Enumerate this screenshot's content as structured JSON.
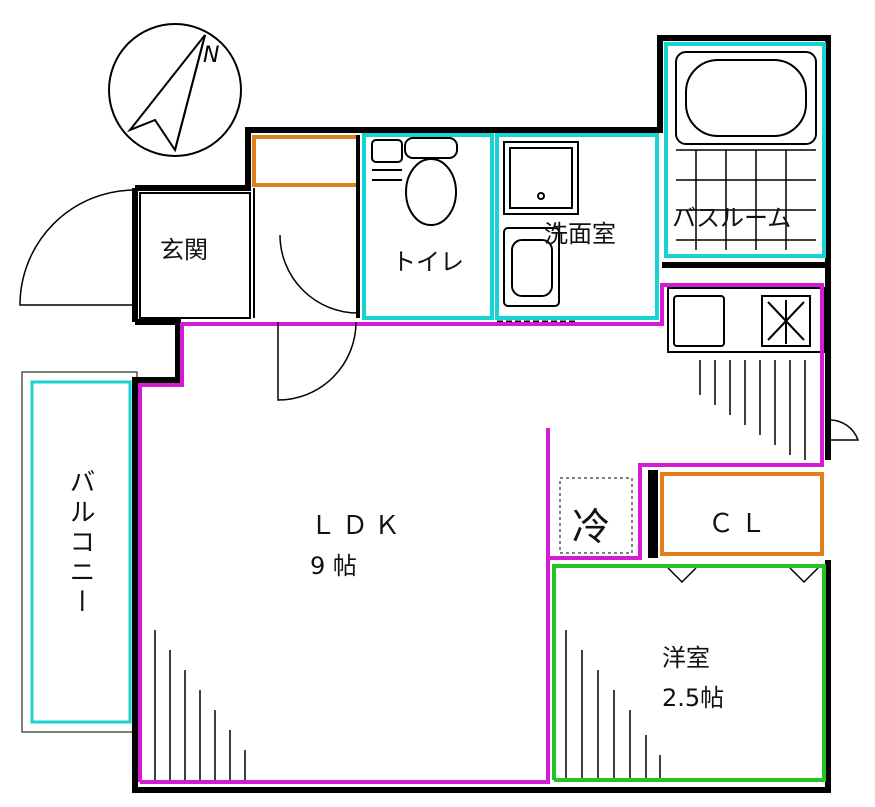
{
  "rooms": {
    "genkan": "玄関",
    "toilet": "トイレ",
    "washroom": "洗面室",
    "bathroom": "バスルーム",
    "ldk_name": "ＬＤＫ",
    "ldk_size": "9 帖",
    "reizo": "冷",
    "closet": "ＣＬ",
    "western_name": "洋室",
    "western_size": "2.5帖",
    "balcony": "バルコニー"
  },
  "compass": {
    "north_label": "N"
  },
  "colors": {
    "wall": "#000000",
    "wet_area": "#19d3d3",
    "living_outline": "#d41bd4",
    "storage": "#e0801a",
    "western_outline": "#22c322"
  }
}
